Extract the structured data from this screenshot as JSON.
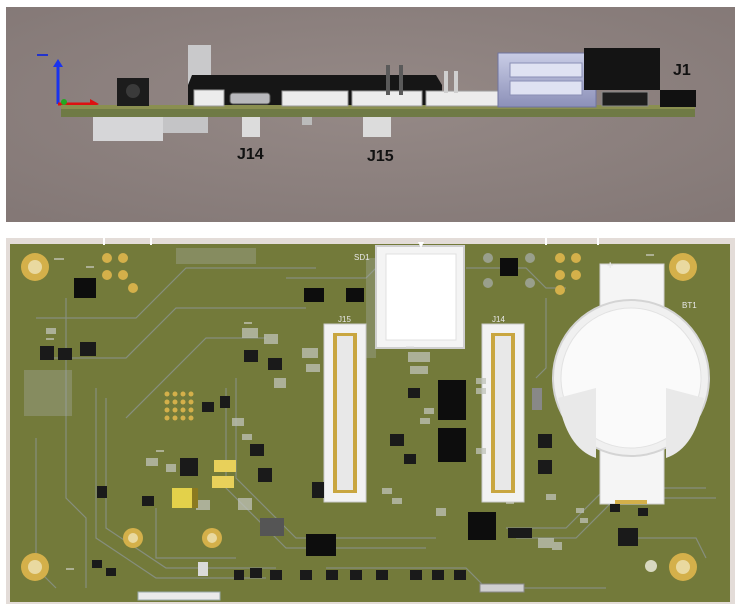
{
  "side_view": {
    "labels": {
      "j14": "J14",
      "j15": "J15",
      "j1": "J1"
    },
    "colors": {
      "background": "#8e8280",
      "board": "#6f7a45",
      "connector_black": "#1a1a1a"
    }
  },
  "top_view": {
    "labels": {
      "sd1": "SD1",
      "j15": "J15",
      "j14": "J14",
      "bt1": "BT1",
      "plus": "+"
    },
    "colors": {
      "background": "#e0d8d4",
      "board": "#737a3a",
      "trace": "#8a9490",
      "pad_gold": "#d4b04a"
    }
  }
}
